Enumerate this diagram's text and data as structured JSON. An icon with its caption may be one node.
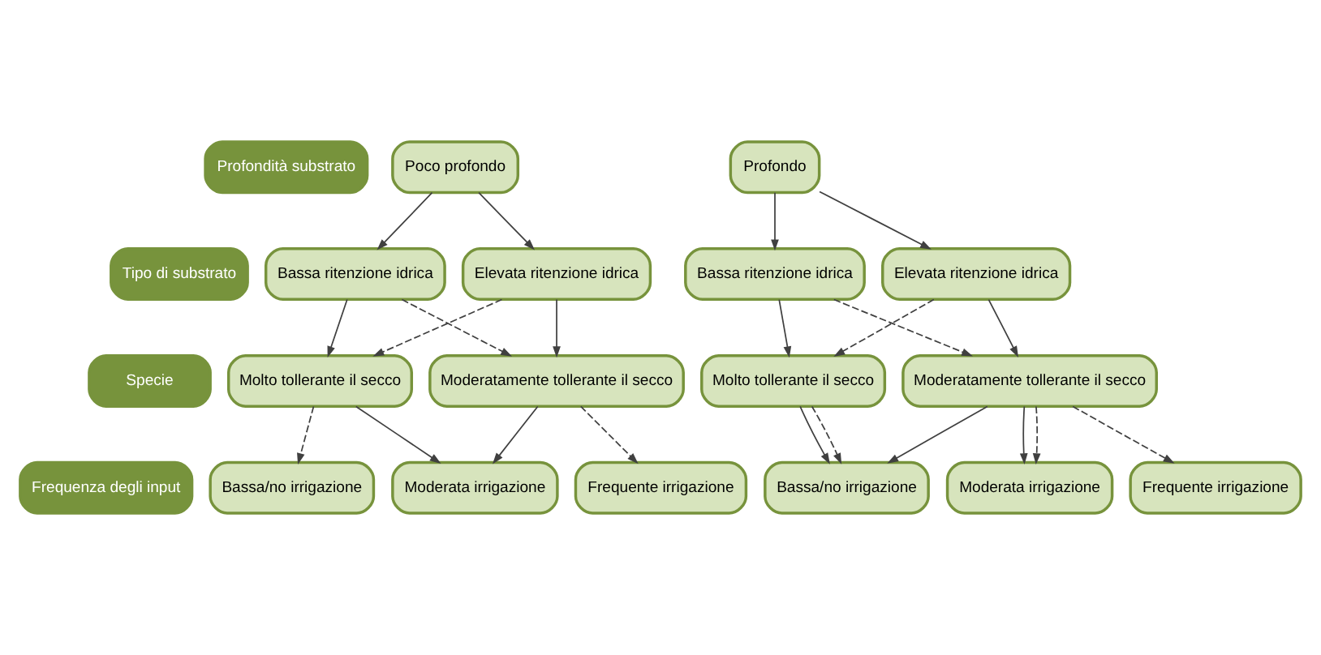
{
  "diagram": {
    "nodes": [
      {
        "text": [
          "Profondità substrato"
        ]
      },
      {
        "text": [
          "Tipo di substrato"
        ]
      },
      {
        "text": [
          "Specie"
        ]
      },
      {
        "text": [
          "Frequenza degli input"
        ]
      },
      {
        "text": [
          "Poco profondo"
        ]
      },
      {
        "text": [
          "Bassa ritenzione idrica"
        ]
      },
      {
        "text": [
          "Elevata ritenzione idrica"
        ]
      },
      {
        "text": [
          "Molto tollerante il secco"
        ]
      },
      {
        "text": [
          "Moderatamente tollerante il secco"
        ]
      },
      {
        "text": [
          "Bassa/no irrigazione"
        ]
      },
      {
        "text": [
          "Moderata irrigazione"
        ]
      },
      {
        "text": [
          "Frequente irrigazione"
        ]
      },
      {
        "text": [
          "Profondo"
        ]
      },
      {
        "text": [
          "Bassa ritenzione idrica"
        ]
      },
      {
        "text": [
          "Elevata ritenzione idrica"
        ]
      },
      {
        "text": [
          "Molto tollerante il secco"
        ]
      },
      {
        "text": [
          "Moderatamente tollerante il secco"
        ]
      },
      {
        "text": [
          "Bassa/no irrigazione"
        ]
      },
      {
        "text": [
          "Moderata irrigazione"
        ]
      },
      {
        "text": [
          "Frequente irrigazione"
        ]
      }
    ],
    "edges": [
      {
        "from": 4,
        "to": 5,
        "arrow": "to"
      },
      {
        "from": 4,
        "to": 6,
        "arrow": "to"
      },
      {
        "from": 5,
        "to": 7,
        "arrow": "to"
      },
      {
        "from": 5,
        "to": 8,
        "arrow": "to",
        "style": "dashed"
      },
      {
        "from": 6,
        "to": 7,
        "arrow": "to",
        "style": "dashed"
      },
      {
        "from": 6,
        "to": 8,
        "arrow": "to"
      },
      {
        "from": 7,
        "to": 9,
        "arrow": "to",
        "style": "dashed"
      },
      {
        "from": 7,
        "to": 10,
        "arrow": "to"
      },
      {
        "from": 8,
        "to": 10,
        "arrow": "to"
      },
      {
        "from": 8,
        "to": 11,
        "arrow": "to",
        "style": "dashed"
      },
      {
        "from": 12,
        "to": 13,
        "arrow": "to"
      },
      {
        "from": 12,
        "to": 14,
        "arrow": "to"
      },
      {
        "from": 13,
        "to": 15,
        "arrow": "to"
      },
      {
        "from": 13,
        "to": 16,
        "arrow": "to",
        "style": "dashed"
      },
      {
        "from": 14,
        "to": 15,
        "arrow": "to",
        "style": "dashed"
      },
      {
        "from": 14,
        "to": 16,
        "arrow": "to"
      },
      {
        "from": 15,
        "to": 17,
        "arrow": "to"
      },
      {
        "from": 15,
        "to": 17,
        "arrow": "to",
        "style": "dashed"
      },
      {
        "from": 16,
        "to": 17,
        "arrow": "to"
      },
      {
        "from": 16,
        "to": 18,
        "arrow": "to"
      },
      {
        "from": 16,
        "to": 18,
        "arrow": "to",
        "style": "dashed"
      },
      {
        "from": 16,
        "to": 19,
        "arrow": "to",
        "style": "dashed"
      }
    ]
  }
}
